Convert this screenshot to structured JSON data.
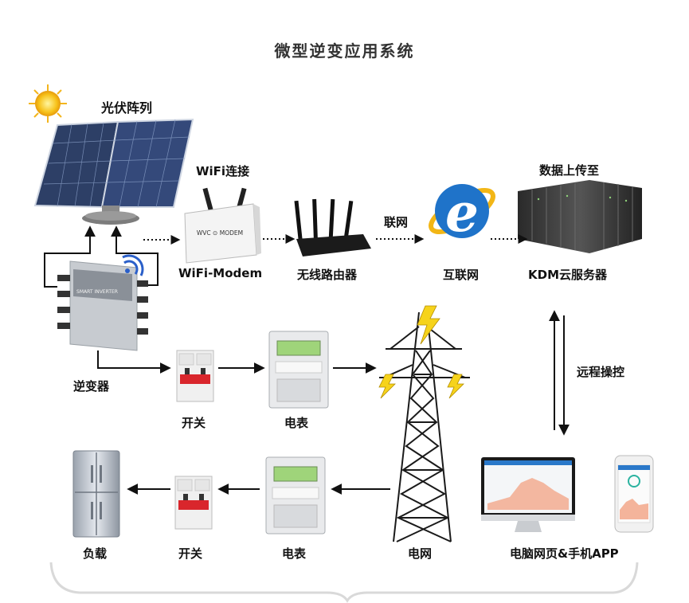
{
  "title": "微型逆变应用系统",
  "nodes": {
    "pv_array": "光伏阵列",
    "wifi_connect": "WiFi连接",
    "wifi_modem": "WiFi-Modem",
    "modem_brand": "WVC ⊙ MODEM",
    "router": "无线路由器",
    "link_label": "联网",
    "internet": "互联网",
    "upload_label": "数据上传至",
    "cloud": "KDM云服务器",
    "inverter": "逆变器",
    "inverter_brand": "SMART INVERTER",
    "switch_top": "开关",
    "meter_top": "电表",
    "remote": "远程操控",
    "switch_bottom": "开关",
    "meter_bottom": "电表",
    "load": "负载",
    "grid": "电网",
    "monitor": "电脑网页&手机APP"
  },
  "colors": {
    "panel": "#2d3f66",
    "arrow": "#111111",
    "bolt": "#f6d31b",
    "ie_blue": "#1f73c9",
    "ie_ring": "#f2b616",
    "breaker_red": "#d9262c",
    "meter_lcd": "#9fd47a",
    "bracket": "#d9d9d9",
    "wifi_blue": "#2a5fc9"
  }
}
